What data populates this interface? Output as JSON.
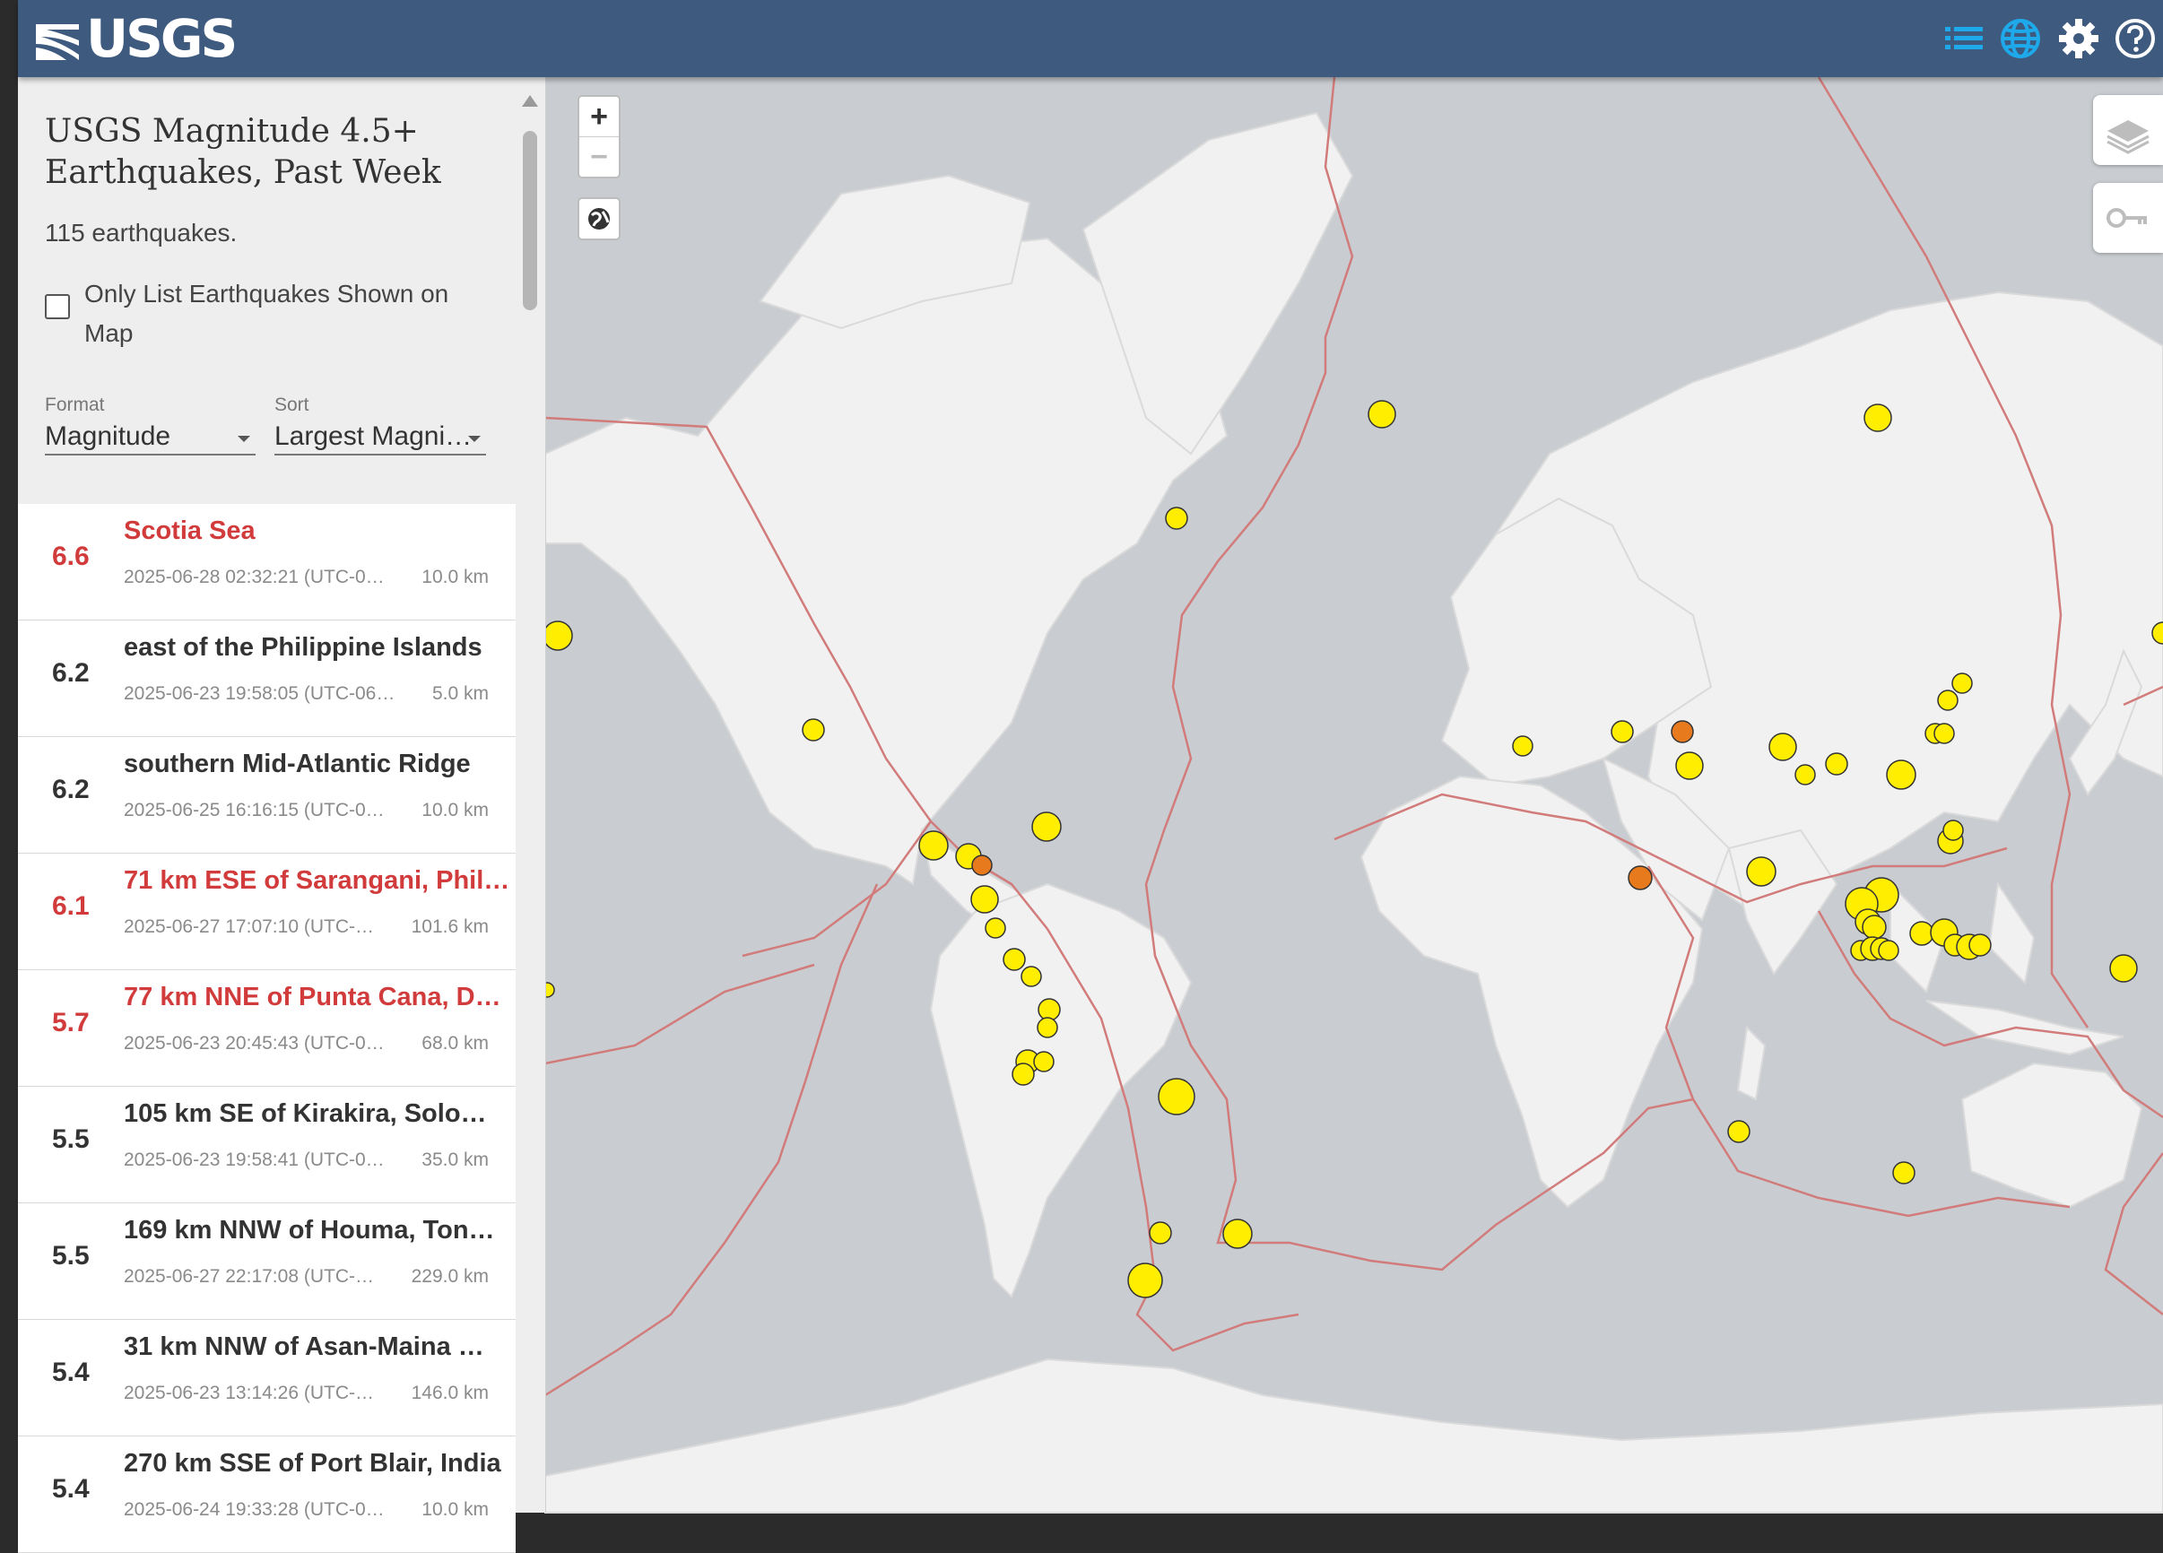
{
  "header": {
    "logo_text": "USGS",
    "icons": [
      "list-icon",
      "globe-icon",
      "gear-icon",
      "help-icon"
    ],
    "icon_color": "#1ea9ea",
    "bg_color": "#3e5a7e"
  },
  "sidebar": {
    "title": "USGS Magnitude 4.5+ Earthquakes, Past Week",
    "count_text": "115 earthquakes.",
    "only_list_label": "Only List Earthquakes Shown on Map",
    "only_list_checked": false,
    "format": {
      "label": "Format",
      "value": "Magnitude"
    },
    "sort": {
      "label": "Sort",
      "value": "Largest Magni…"
    }
  },
  "earthquakes": [
    {
      "mag": "6.6",
      "place": "Scotia Sea",
      "time": "2025-06-28 02:32:21 (UTC-0…",
      "depth": "10.0 km",
      "significant": true
    },
    {
      "mag": "6.2",
      "place": "east of the Philippine Islands",
      "time": "2025-06-23 19:58:05 (UTC-06…",
      "depth": "5.0 km",
      "significant": false
    },
    {
      "mag": "6.2",
      "place": "southern Mid-Atlantic Ridge",
      "time": "2025-06-25 16:16:15 (UTC-0…",
      "depth": "10.0 km",
      "significant": false
    },
    {
      "mag": "6.1",
      "place": "71 km ESE of Sarangani, Phil…",
      "time": "2025-06-27 17:07:10 (UTC-…",
      "depth": "101.6 km",
      "significant": true
    },
    {
      "mag": "5.7",
      "place": "77 km NNE of Punta Cana, D…",
      "time": "2025-06-23 20:45:43 (UTC-0…",
      "depth": "68.0 km",
      "significant": true
    },
    {
      "mag": "5.5",
      "place": "105 km SE of Kirakira, Solo…",
      "time": "2025-06-23 19:58:41 (UTC-0…",
      "depth": "35.0 km",
      "significant": false
    },
    {
      "mag": "5.5",
      "place": "169 km NNW of Houma, Ton…",
      "time": "2025-06-27 22:17:08 (UTC-…",
      "depth": "229.0 km",
      "significant": false
    },
    {
      "mag": "5.4",
      "place": "31 km NNW of Asan-Maina …",
      "time": "2025-06-23 13:14:26 (UTC-…",
      "depth": "146.0 km",
      "significant": false
    },
    {
      "mag": "5.4",
      "place": "270 km SSE of Port Blair, India",
      "time": "2025-06-24 19:33:28 (UTC-0…",
      "depth": "10.0 km",
      "significant": false
    }
  ],
  "map": {
    "zoom_in": "+",
    "zoom_out": "−",
    "colors": {
      "ocean": "#c9cdd1",
      "land": "#f1f1f1",
      "plate_boundary": "#d27b7b",
      "recent_quake": "#ffee00",
      "newest_quake": "#e87a1e",
      "significant_text": "#d23b3b"
    }
  }
}
